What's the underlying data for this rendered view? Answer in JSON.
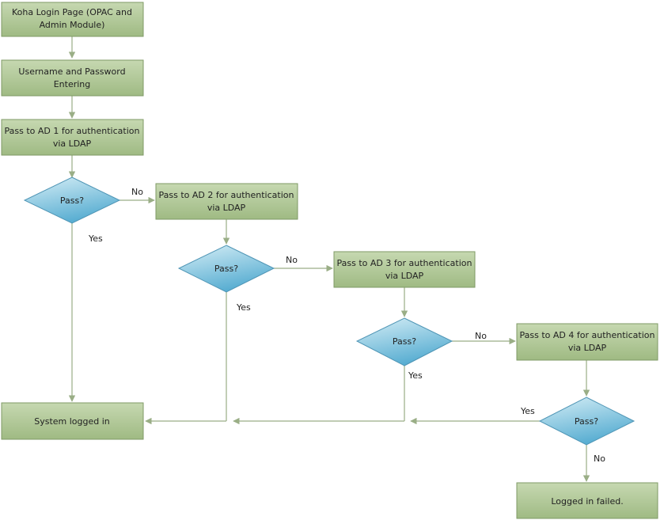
{
  "diagram": {
    "colors": {
      "box_fill_top": "#c6d8b1",
      "box_fill_bottom": "#9fba83",
      "box_stroke": "#7f9a66",
      "diamond_fill_top": "#d6eef6",
      "diamond_fill_bottom": "#59aed2",
      "diamond_stroke": "#4f95b5",
      "edge": "#9aae86"
    },
    "nodes": {
      "login_page": {
        "lines": [
          "Koha Login Page (OPAC and",
          "Admin Module)"
        ]
      },
      "credentials": {
        "lines": [
          "Username and Password",
          "Entering"
        ]
      },
      "ad1": {
        "lines": [
          "Pass to AD 1 for authentication",
          "via LDAP"
        ]
      },
      "pass1": {
        "lines": [
          "Pass?"
        ]
      },
      "ad2": {
        "lines": [
          "Pass to AD 2 for authentication",
          "via LDAP"
        ]
      },
      "pass2": {
        "lines": [
          "Pass?"
        ]
      },
      "ad3": {
        "lines": [
          "Pass to AD 3 for authentication",
          "via LDAP"
        ]
      },
      "pass3": {
        "lines": [
          "Pass?"
        ]
      },
      "ad4": {
        "lines": [
          "Pass to AD 4 for authentication",
          "via LDAP"
        ]
      },
      "pass4": {
        "lines": [
          "Pass?"
        ]
      },
      "logged_in": {
        "lines": [
          "System logged in"
        ]
      },
      "failed": {
        "lines": [
          "Logged in failed."
        ]
      }
    },
    "edge_labels": {
      "pass1_no": "No",
      "pass1_yes": "Yes",
      "pass2_no": "No",
      "pass2_yes": "Yes",
      "pass3_no": "No",
      "pass3_yes": "Yes",
      "pass4_yes": "Yes",
      "pass4_no": "No"
    }
  }
}
